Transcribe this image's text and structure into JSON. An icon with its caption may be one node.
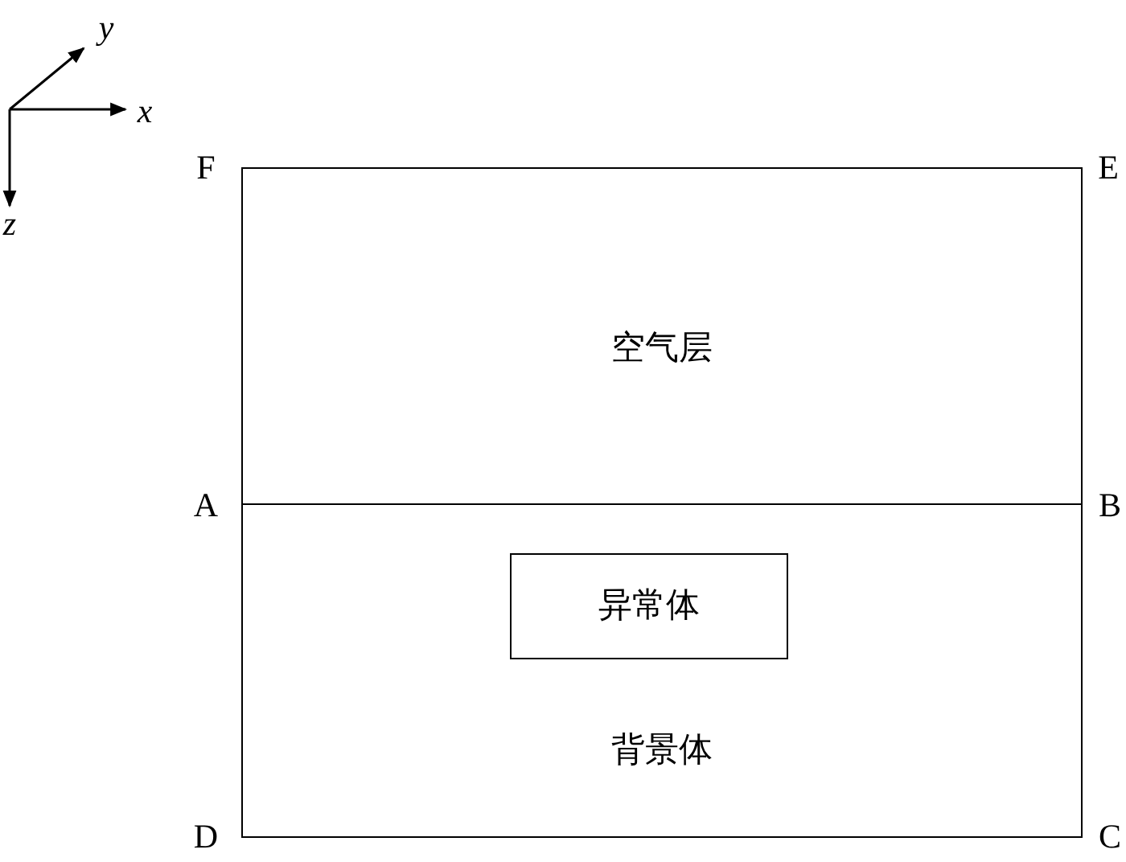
{
  "diagram": {
    "nodes": [
      {
        "text": [
          "空气层"
        ]
      },
      {
        "text": [
          "背景体"
        ]
      },
      {
        "text": [
          "异常体"
        ],
        "in": 1
      }
    ],
    "labels": [
      "y",
      "x",
      "z",
      "F",
      "E",
      "A",
      "B",
      "D",
      "C"
    ]
  }
}
